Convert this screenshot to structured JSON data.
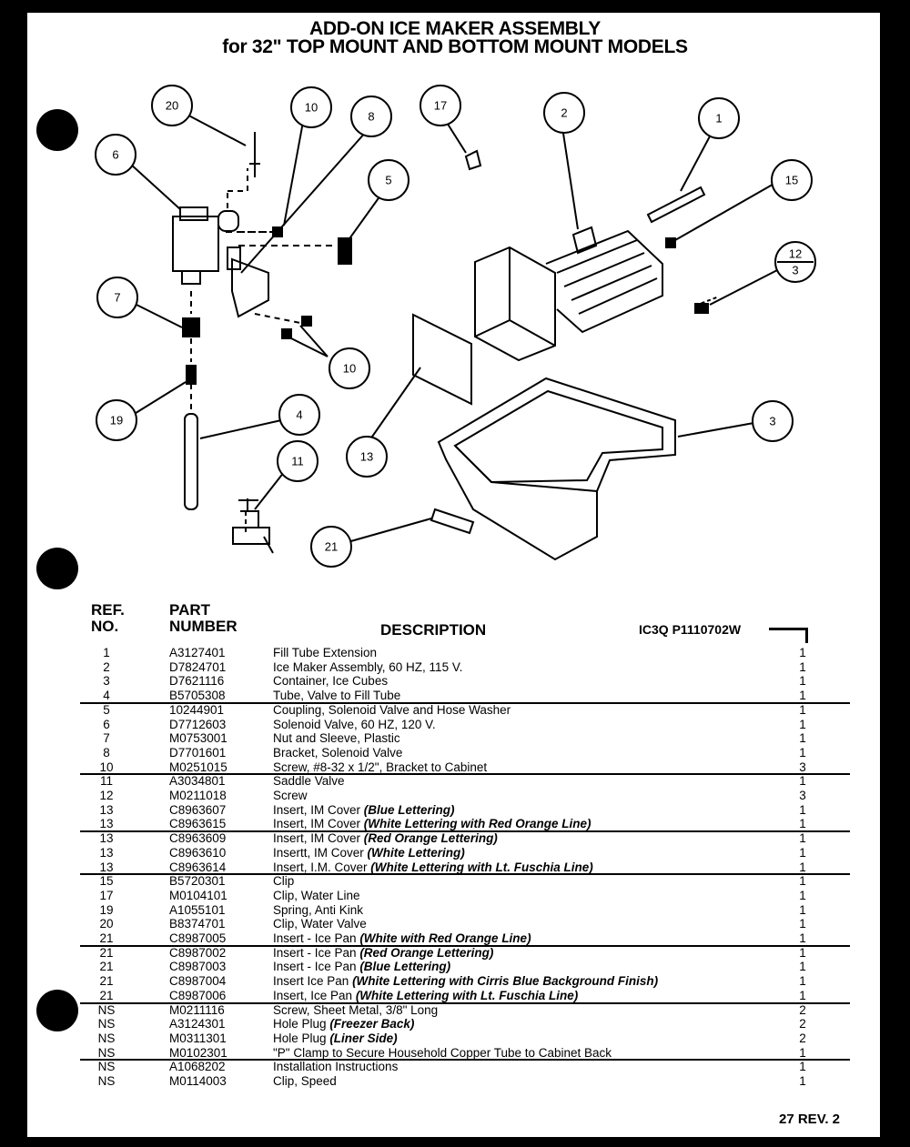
{
  "title": {
    "line1": "ADD-ON ICE MAKER ASSEMBLY",
    "line2": "for 32\" TOP MOUNT AND BOTTOM MOUNT MODELS"
  },
  "callouts": [
    "20",
    "10",
    "8",
    "17",
    "2",
    "1",
    "6",
    "5",
    "15",
    "12",
    "3",
    "7",
    "10",
    "19",
    "4",
    "13",
    "3",
    "11",
    "21"
  ],
  "table": {
    "ref_header": [
      "REF.",
      "NO."
    ],
    "part_header": [
      "PART",
      "NUMBER"
    ],
    "desc_header": "DESCRIPTION",
    "code": "IC3Q  P1110702W",
    "rows": [
      {
        "ref": "1",
        "part": "A3127401",
        "desc": "Fill Tube Extension",
        "note": "",
        "qty": "1"
      },
      {
        "ref": "2",
        "part": "D7824701",
        "desc": "Ice Maker Assembly, 60 HZ, 115 V.",
        "note": "",
        "qty": "1"
      },
      {
        "ref": "3",
        "part": "D7621116",
        "desc": "Container, Ice Cubes",
        "note": "",
        "qty": "1"
      },
      {
        "ref": "4",
        "part": "B5705308",
        "desc": "Tube, Valve to Fill Tube",
        "note": "",
        "qty": "1"
      },
      {
        "ref": "5",
        "part": "10244901",
        "desc": "Coupling, Solenoid Valve and Hose Washer",
        "note": "",
        "qty": "1"
      },
      {
        "ref": "6",
        "part": "D7712603",
        "desc": "Solenoid Valve, 60 HZ, 120 V.",
        "note": "",
        "qty": "1"
      },
      {
        "ref": "7",
        "part": "M0753001",
        "desc": "Nut and Sleeve, Plastic",
        "note": "",
        "qty": "1"
      },
      {
        "ref": "8",
        "part": "D7701601",
        "desc": "Bracket, Solenoid Valve",
        "note": "",
        "qty": "1"
      },
      {
        "ref": "10",
        "part": "M0251015",
        "desc": "Screw, #8-32 x 1/2\", Bracket to Cabinet",
        "note": "",
        "qty": "3"
      },
      {
        "ref": "11",
        "part": "A3034801",
        "desc": "Saddle Valve",
        "note": "",
        "qty": "1"
      },
      {
        "ref": "12",
        "part": "M0211018",
        "desc": "Screw",
        "note": "",
        "qty": "3"
      },
      {
        "ref": "13",
        "part": "C8963607",
        "desc": "Insert, IM Cover",
        "note": "(Blue Lettering)",
        "qty": "1"
      },
      {
        "ref": "13",
        "part": "C8963615",
        "desc": "Insert, IM Cover",
        "note": "(White Lettering with Red Orange Line)",
        "qty": "1"
      },
      {
        "ref": "13",
        "part": "C8963609",
        "desc": "Insert, IM Cover",
        "note": "(Red Orange Lettering)",
        "qty": "1"
      },
      {
        "ref": "13",
        "part": "C8963610",
        "desc": "Insertt, IM Cover",
        "note": "(White Lettering)",
        "qty": "1"
      },
      {
        "ref": "13",
        "part": "C8963614",
        "desc": "Insert, I.M. Cover",
        "note": "(White Lettering with Lt. Fuschia Line)",
        "qty": "1"
      },
      {
        "ref": "15",
        "part": "B5720301",
        "desc": "Clip",
        "note": "",
        "qty": "1"
      },
      {
        "ref": "17",
        "part": "M0104101",
        "desc": "Clip, Water Line",
        "note": "",
        "qty": "1"
      },
      {
        "ref": "19",
        "part": "A1055101",
        "desc": "Spring, Anti Kink",
        "note": "",
        "qty": "1"
      },
      {
        "ref": "20",
        "part": "B8374701",
        "desc": "Clip, Water Valve",
        "note": "",
        "qty": "1"
      },
      {
        "ref": "21",
        "part": "C8987005",
        "desc": "Insert - Ice Pan",
        "note": "(White with Red Orange Line)",
        "qty": "1"
      },
      {
        "ref": "21",
        "part": "C8987002",
        "desc": "Insert - Ice Pan",
        "note": "(Red Orange Lettering)",
        "qty": "1"
      },
      {
        "ref": "21",
        "part": "C8987003",
        "desc": "Insert - Ice Pan",
        "note": "(Blue Lettering)",
        "qty": "1"
      },
      {
        "ref": "21",
        "part": "C8987004",
        "desc": "Insert Ice Pan",
        "note": "(White Lettering with Cirris Blue Background Finish)",
        "qty": "1"
      },
      {
        "ref": "21",
        "part": "C8987006",
        "desc": "Insert, Ice Pan",
        "note": "(White Lettering with Lt. Fuschia Line)",
        "qty": "1"
      },
      {
        "ref": "NS",
        "part": "M0211116",
        "desc": "Screw, Sheet Metal, 3/8\" Long",
        "note": "",
        "qty": "2"
      },
      {
        "ref": "NS",
        "part": "A3124301",
        "desc": "Hole Plug",
        "note": "(Freezer Back)",
        "qty": "2"
      },
      {
        "ref": "NS",
        "part": "M0311301",
        "desc": "Hole Plug",
        "note": "(Liner Side)",
        "qty": "2"
      },
      {
        "ref": "NS",
        "part": "M0102301",
        "desc": "\"P\" Clamp to Secure Household Copper Tube to Cabinet Back",
        "note": "",
        "qty": "1"
      },
      {
        "ref": "NS",
        "part": "A1068202",
        "desc": "Installation Instructions",
        "note": "",
        "qty": "1"
      },
      {
        "ref": "NS",
        "part": "M0114003",
        "desc": "Clip, Speed",
        "note": "",
        "qty": "1"
      }
    ]
  },
  "footer": "27 REV. 2"
}
